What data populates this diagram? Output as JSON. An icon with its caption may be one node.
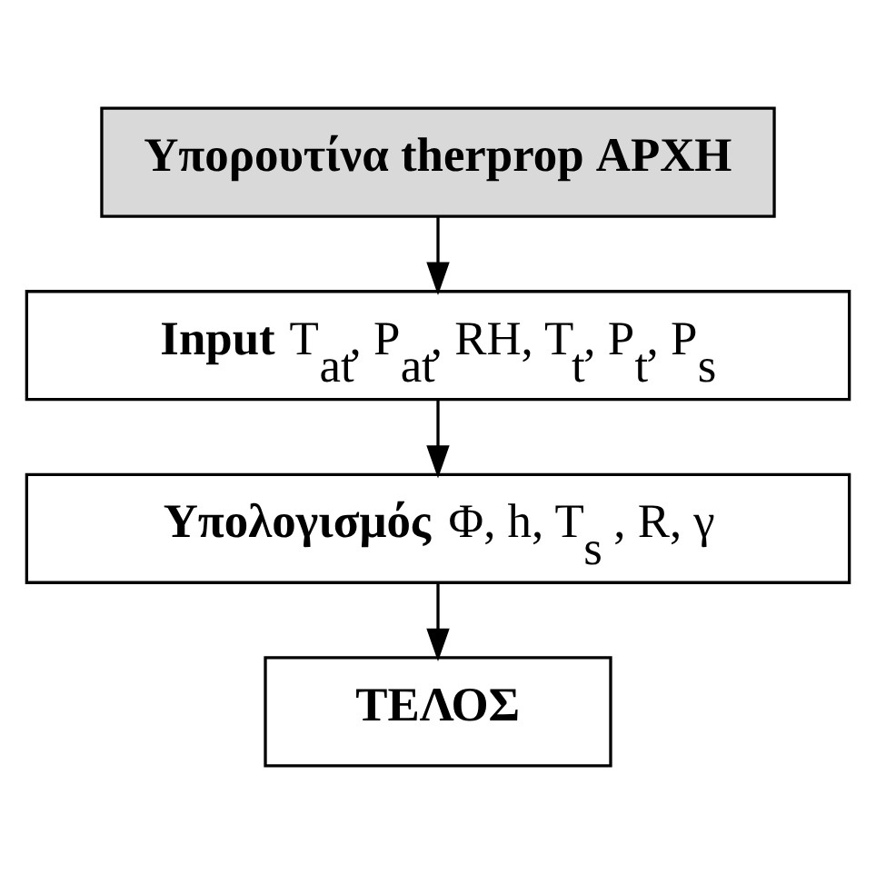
{
  "diagram": {
    "nodes": [
      {
        "text": [
          "**Υπορουτίνα therprop ΑΡΧΗ**"
        ]
      },
      {
        "text": [
          "**Input** T$_{at}$, P$_{at}$, RH, T$_{t}$, P$_{t}$, P$_{s}$"
        ]
      },
      {
        "text": [
          "**Υπολογισμός** Φ, h, T$_{s}$ , R, γ"
        ]
      },
      {
        "text": [
          "**ΤΕΛΟΣ**"
        ]
      }
    ],
    "edges": [
      {
        "from": 0,
        "to": 1,
        "arrow": "to"
      },
      {
        "from": 1,
        "to": 2,
        "arrow": "to"
      },
      {
        "from": 2,
        "to": 3,
        "arrow": "to"
      }
    ]
  }
}
